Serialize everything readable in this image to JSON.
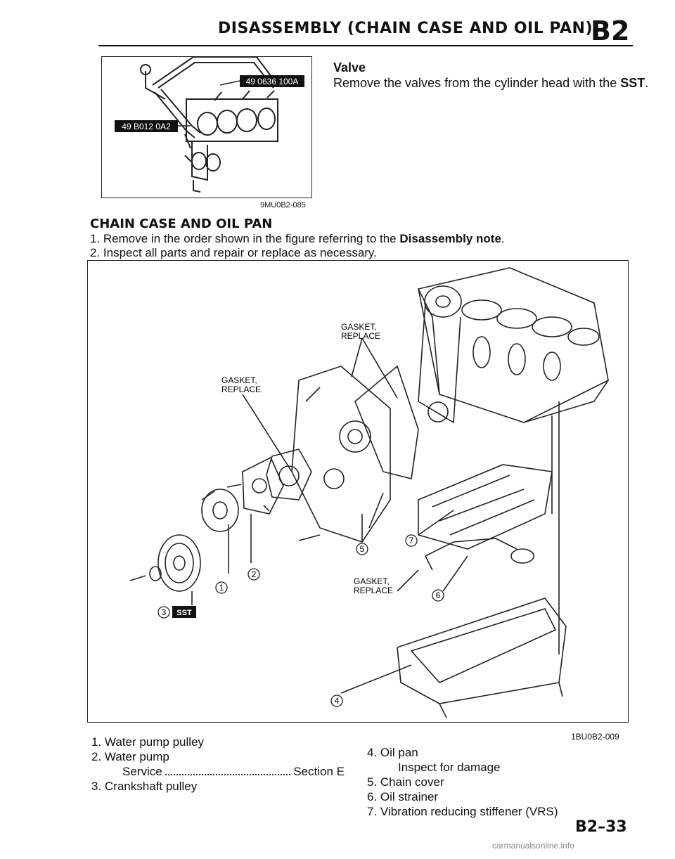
{
  "header": {
    "title": "DISASSEMBLY (CHAIN CASE AND OIL PAN)",
    "section_code": "B2"
  },
  "valve_figure": {
    "sst_label_1": "49 0636 100A",
    "sst_label_2": "49 B012 0A2",
    "figure_code": "9MU0B2-085"
  },
  "valve": {
    "title": "Valve",
    "text_prefix": "Remove the valves from the cylinder head with the ",
    "text_bold": "SST",
    "text_suffix": "."
  },
  "chain_case": {
    "title": "CHAIN CASE AND OIL PAN",
    "step1_prefix": "1. Remove in the order shown in the figure referring to the ",
    "step1_bold": "Disassembly note",
    "step1_suffix": ".",
    "step2": "2. Inspect all parts and repair or replace as necessary."
  },
  "main_figure": {
    "gasket_line1": "GASKET,",
    "gasket_line2": "REPLACE",
    "sst_tag": "SST",
    "callouts": [
      "1",
      "2",
      "3",
      "4",
      "5",
      "6",
      "7"
    ],
    "figure_code": "1BU0B2-009"
  },
  "legend": {
    "item1": "1. Water pump pulley",
    "item2": "2. Water pump",
    "item2_sub": "Service",
    "item2_ref": "Section E",
    "item3": "3. Crankshaft pulley",
    "item4": "4. Oil pan",
    "item4_sub": "Inspect for damage",
    "item5": "5. Chain cover",
    "item6": "6. Oil strainer",
    "item7": "7. Vibration reducing stiffener (VRS)"
  },
  "footer": {
    "page_number": "B2–33",
    "watermark": "carmanualsonline.info"
  }
}
